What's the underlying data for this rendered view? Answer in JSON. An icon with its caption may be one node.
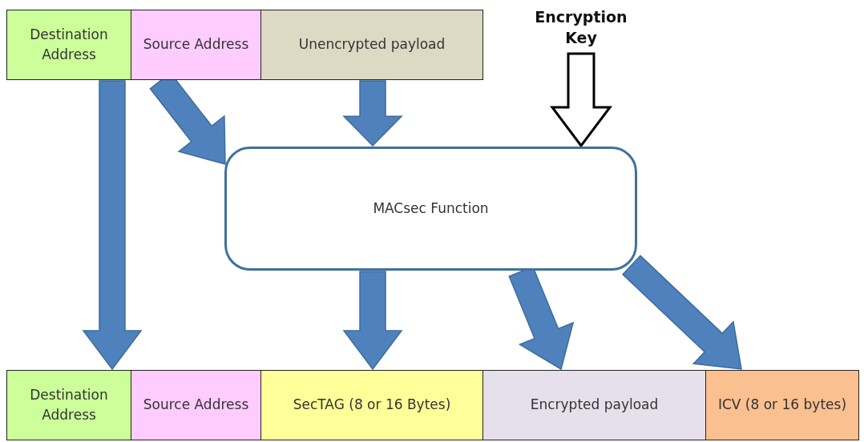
{
  "diagram": {
    "nodes": [
      {
        "text": [
          "Destination Address"
        ]
      },
      {
        "text": [
          "Source Address"
        ]
      },
      {
        "text": [
          "Unencrypted payload"
        ]
      },
      {
        "text": [
          "Encryption Key"
        ]
      },
      {
        "text": [
          "MACsec Function"
        ]
      },
      {
        "text": [
          "Destination Address"
        ]
      },
      {
        "text": [
          "Source Address"
        ]
      },
      {
        "text": [
          "SecTAG (8 or 16 Bytes)"
        ]
      },
      {
        "text": [
          "Encrypted payload"
        ]
      },
      {
        "text": [
          "ICV (8 or 16 bytes)"
        ]
      }
    ],
    "edges": [
      {
        "from": 1,
        "to": 4,
        "arrow": "to"
      },
      {
        "from": 2,
        "to": 4,
        "arrow": "to"
      },
      {
        "from": 3,
        "to": 4,
        "arrow": "to",
        "color": "#ffffff"
      },
      {
        "from": 0,
        "to": 5,
        "arrow": "to"
      },
      {
        "from": 4,
        "to": 7,
        "arrow": "to"
      },
      {
        "from": 4,
        "to": 8,
        "arrow": "to"
      },
      {
        "from": 4,
        "to": 9,
        "arrow": "to"
      }
    ]
  }
}
